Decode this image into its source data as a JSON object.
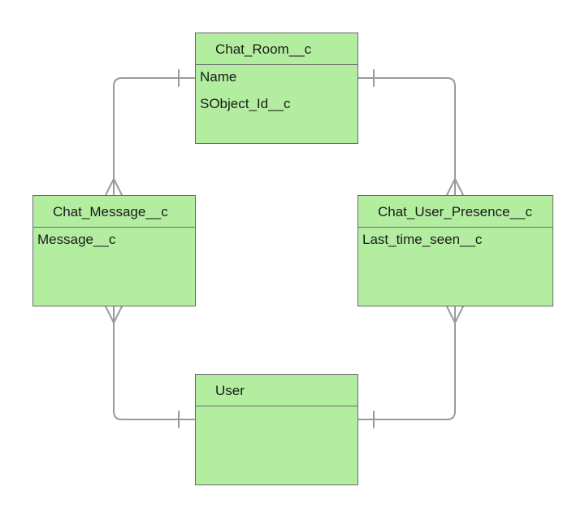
{
  "entities": {
    "chat_room": {
      "title": "Chat_Room__c",
      "fields": [
        "Name",
        "SObject_Id__c"
      ]
    },
    "chat_message": {
      "title": "Chat_Message__c",
      "fields": [
        "Message__c"
      ]
    },
    "chat_user_presence": {
      "title": "Chat_User_Presence__c",
      "fields": [
        "Last_time_seen__c"
      ]
    },
    "user": {
      "title": "User",
      "fields": []
    }
  },
  "relationships": [
    {
      "from": "Chat_Room__c",
      "to": "Chat_Message__c",
      "type": "one-to-many"
    },
    {
      "from": "Chat_Room__c",
      "to": "Chat_User_Presence__c",
      "type": "one-to-many"
    },
    {
      "from": "User",
      "to": "Chat_Message__c",
      "type": "one-to-many"
    },
    {
      "from": "User",
      "to": "Chat_User_Presence__c",
      "type": "one-to-many"
    }
  ],
  "colors": {
    "entity_fill": "#b3eda0",
    "entity_border": "#6b6b6b",
    "connector": "#9a9a9a"
  }
}
